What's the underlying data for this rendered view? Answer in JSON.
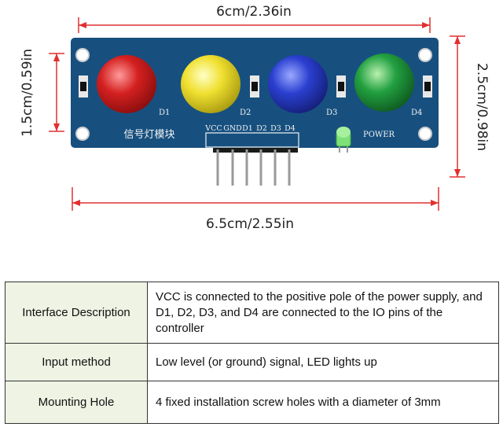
{
  "dimensions": {
    "top_width": "6cm/2.36in",
    "bottom_width": "6.5cm/2.55in",
    "left_height": "1.5cm/0.59in",
    "right_height": "2.5cm/0.98in"
  },
  "board": {
    "led_labels": [
      "D1",
      "D2",
      "D3",
      "D4"
    ],
    "module_name": "信号灯模块",
    "power_label": "POWER",
    "pin_labels": [
      "VCC",
      "GND",
      "D1",
      "D2",
      "D3",
      "D4"
    ],
    "colors": {
      "pcb": "#17507f",
      "led_red": "#d42020",
      "led_yellow": "#f0e030",
      "led_blue": "#2a3fd0",
      "led_green": "#22a040",
      "dimension_line": "#e03030"
    }
  },
  "spec_table": {
    "rows": [
      {
        "label": "Interface Description",
        "value": "VCC is connected to the positive pole of the power supply, and D1, D2, D3, and D4 are connected to the IO pins of the controller"
      },
      {
        "label": "Input method",
        "value": "Low level (or ground) signal, LED lights up"
      },
      {
        "label": "Mounting Hole",
        "value": "4 fixed installation screw holes with a diameter of 3mm"
      }
    ]
  }
}
